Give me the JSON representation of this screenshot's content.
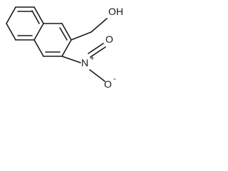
{
  "structure": {
    "labels": {
      "hydroxyl": "OH",
      "nitrogen": "N",
      "nitrogen_charge": "+",
      "oxygen_upper": "O",
      "oxygen_lower": "O",
      "oxygen_lower_charge": "-"
    }
  }
}
